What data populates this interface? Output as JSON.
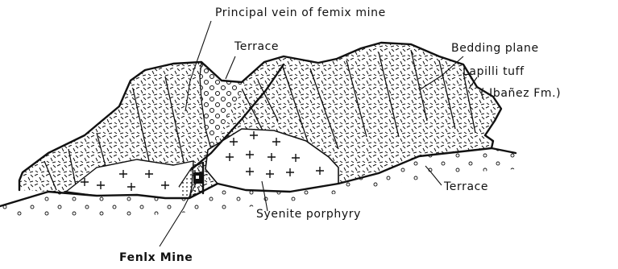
{
  "labels": {
    "principal_vein": "Principal vein of femix mine",
    "terrace_top": "Terrace",
    "bedding_plane": "Bedding plane",
    "lapilli_tuff": "Lapilli tuff",
    "ibanez_fm": "( Ibañez  Fm.)",
    "terrace_right": "Terrace",
    "syenite_porphyry": "Syenite porphyry",
    "fenix_mine": "Fenlx Mine"
  }
}
